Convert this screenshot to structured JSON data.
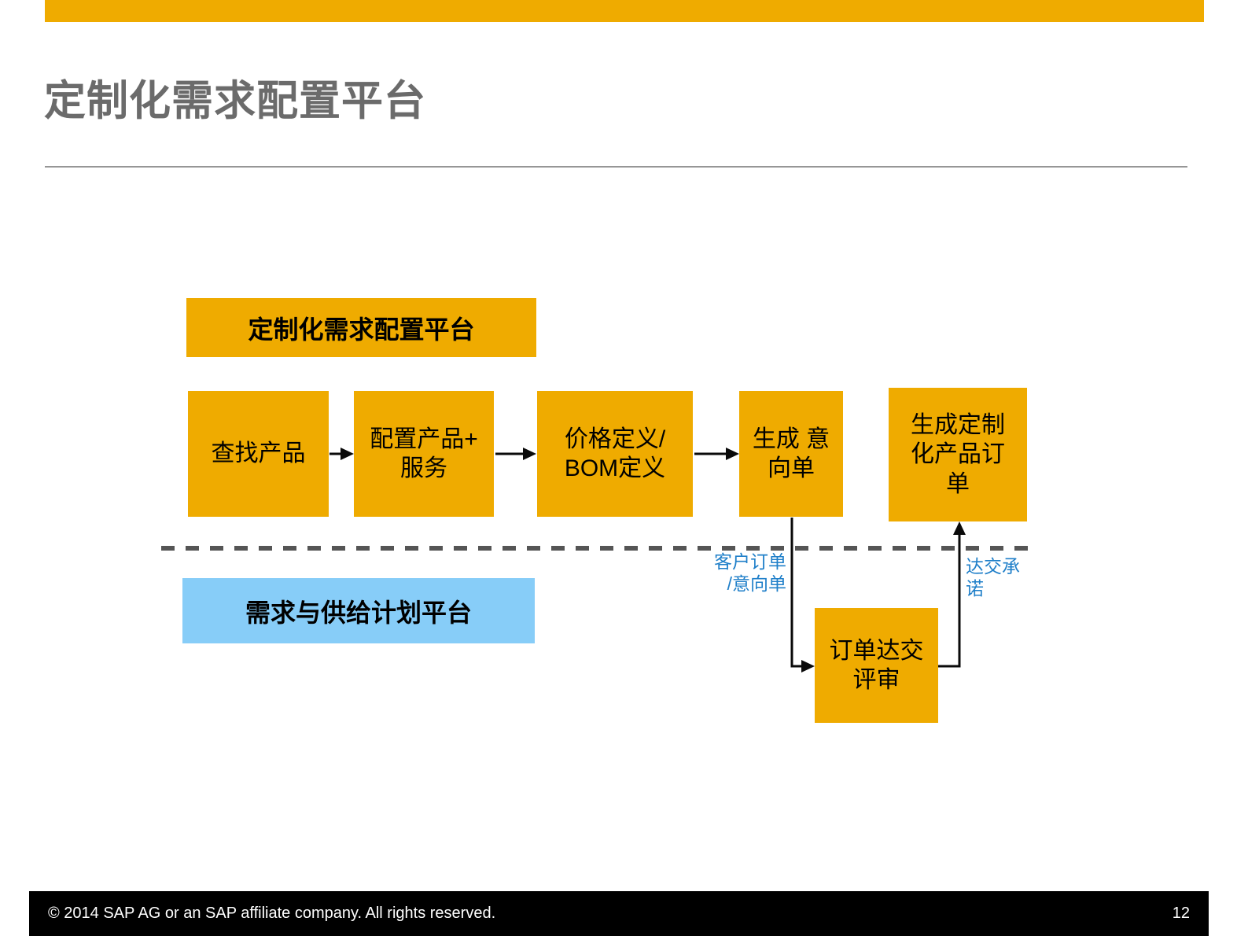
{
  "colors": {
    "gold": "#EFAB00",
    "light_blue": "#87CDF8",
    "blue_text": "#1F7FC9",
    "title_gray": "#6B6B6B",
    "rule_gray": "#969696",
    "dash_gray": "#555555",
    "line_black": "#0A0A0A",
    "footer_bg": "#000000"
  },
  "header": {
    "title": "定制化需求配置平台"
  },
  "diagram": {
    "platform_band": {
      "label": "定制化需求配置平台"
    },
    "steps": [
      {
        "label": "查找产品"
      },
      {
        "label": "配置产品+\n服务"
      },
      {
        "label": "价格定义/\nBOM定义"
      },
      {
        "label": "生成 意\n向单"
      },
      {
        "label": "生成定制\n化产品订\n单"
      }
    ],
    "planning_band": {
      "label": "需求与供给计划平台"
    },
    "review_box": {
      "label": "订单达交\n评审"
    },
    "edge_labels": {
      "customer_order": "客户订单\n/意向单",
      "delivery_commit": "达交承\n诺"
    }
  },
  "footer": {
    "copyright": "© 2014 SAP AG or an SAP affiliate company. All rights reserved.",
    "page_number": "12"
  }
}
